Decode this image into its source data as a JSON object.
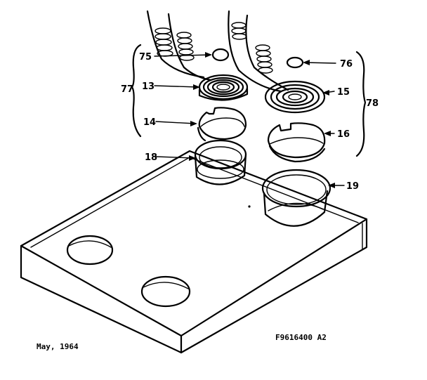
{
  "labels": {
    "part_75": "75",
    "part_76": "76",
    "part_77": "77",
    "part_78": "78",
    "part_13": "13",
    "part_15": "15",
    "part_14": "14",
    "part_16": "16",
    "part_18": "18",
    "part_19": "19"
  },
  "footer": {
    "date": "May, 1964",
    "code": "F9616400 A2"
  }
}
